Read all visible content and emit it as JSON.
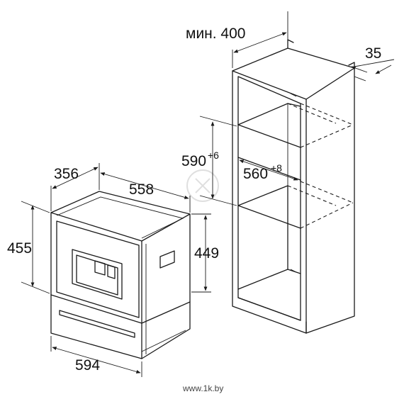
{
  "dimensions": {
    "cabinet_depth": "мин. 400",
    "gap": "35",
    "niche_height": "590",
    "niche_height_tolerance": "+6",
    "niche_width": "560",
    "niche_width_tolerance": "+8",
    "appliance_depth_front": "356",
    "appliance_depth": "558",
    "appliance_height": "455",
    "appliance_height_body": "449",
    "appliance_width": "594"
  },
  "watermark": "www.1k.by",
  "colors": {
    "line": "#1a1a1a",
    "background": "#ffffff"
  }
}
